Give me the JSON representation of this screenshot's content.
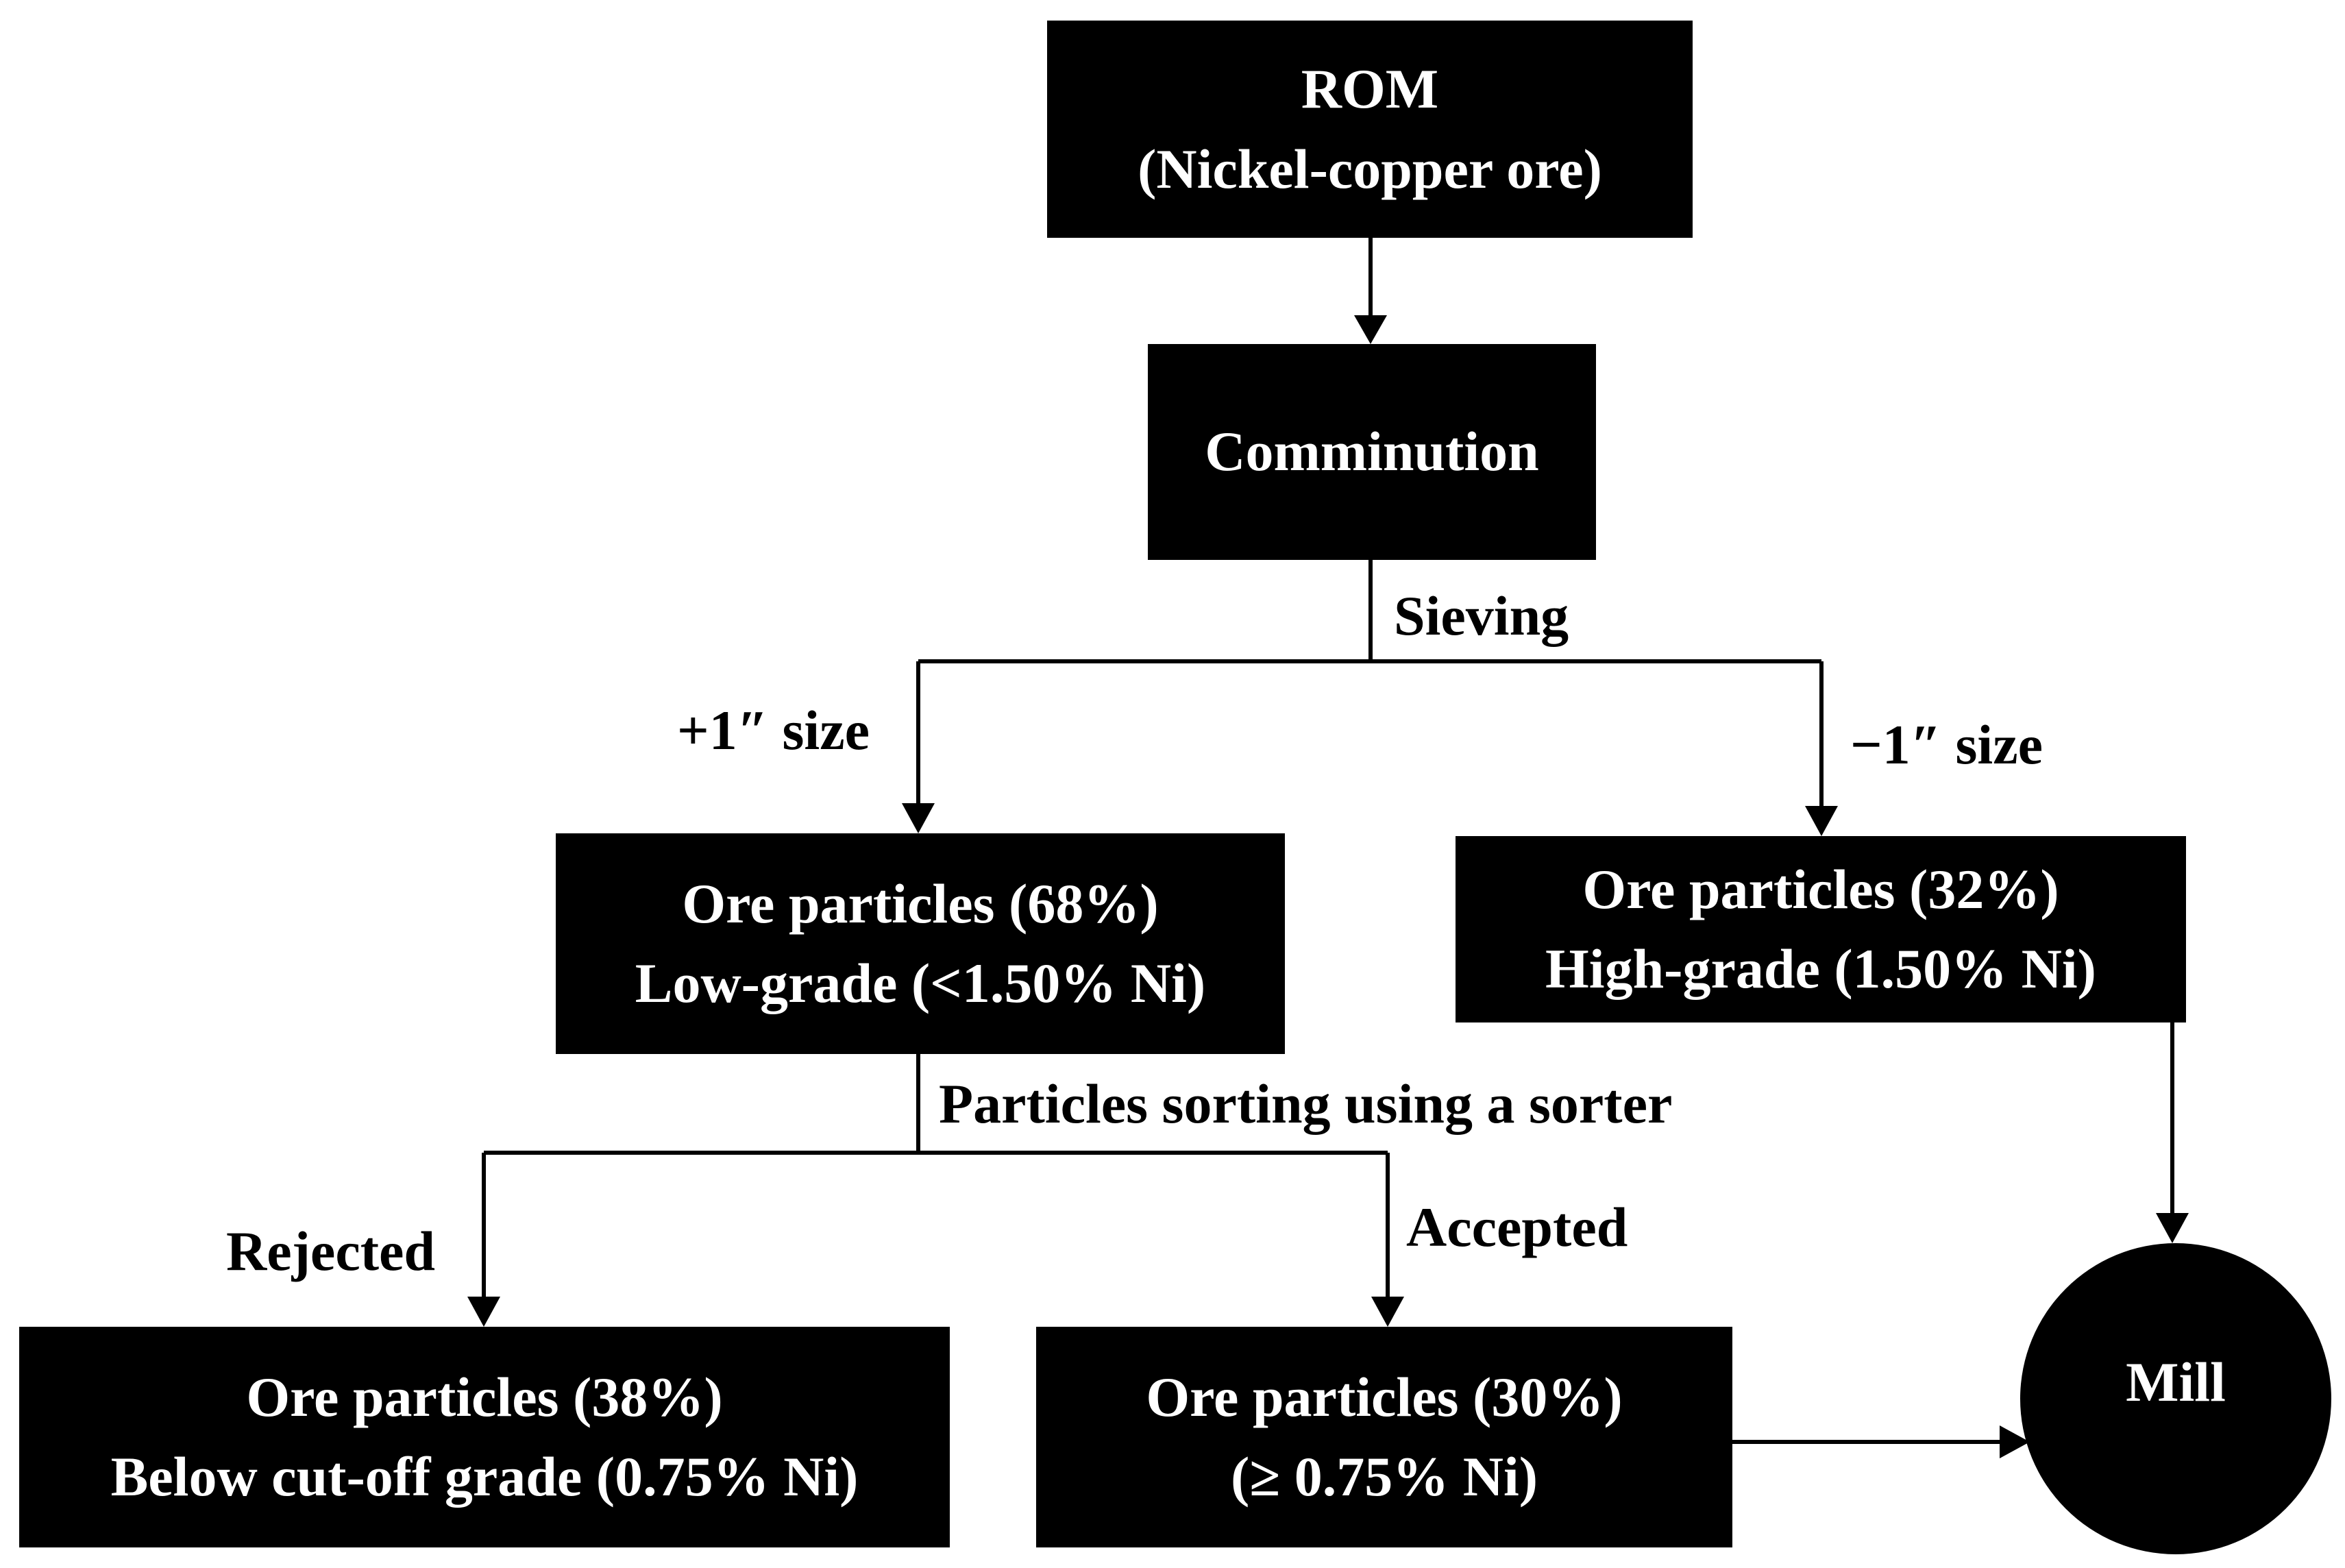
{
  "colors": {
    "node_fill": "#000000",
    "node_text": "#ffffff",
    "line": "#000000",
    "background": "#ffffff"
  },
  "nodes": {
    "rom": {
      "line1": "ROM",
      "line2": "(Nickel-copper ore)"
    },
    "comminution": {
      "line1": "Comminution"
    },
    "coarse": {
      "line1": "Ore particles (68%)",
      "line2": "Low-grade (<1.50% Ni)"
    },
    "fine": {
      "line1": "Ore particles (32%)",
      "line2": "High-grade (1.50% Ni)"
    },
    "rejected": {
      "line1": "Ore particles (38%)",
      "line2": "Below cut-off grade (0.75% Ni)"
    },
    "accepted": {
      "line1": "Ore particles (30%)",
      "line2": "(≥ 0.75% Ni)"
    },
    "mill": {
      "line1": "Mill"
    }
  },
  "edge_labels": {
    "sieving": "Sieving",
    "plus_size": "+1″ size",
    "minus_size": "−1″ size",
    "sorting": "Particles sorting using a sorter",
    "rejected": "Rejected",
    "accepted": "Accepted"
  }
}
